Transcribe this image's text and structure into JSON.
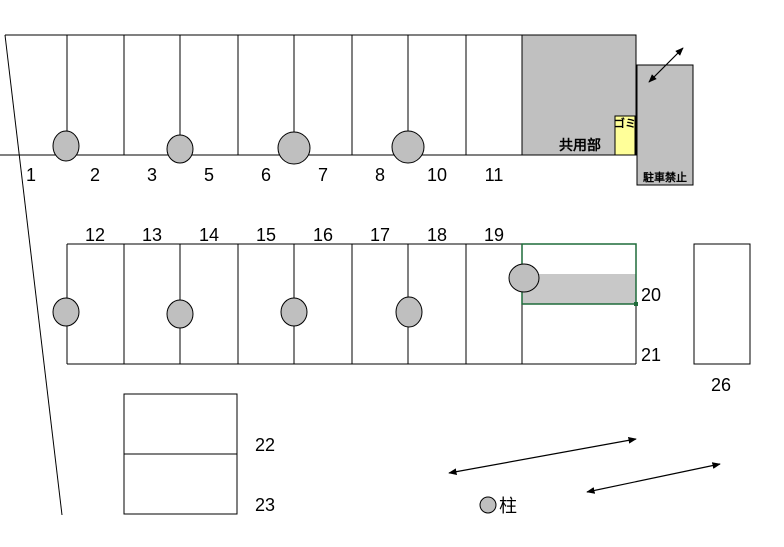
{
  "upper_row": {
    "slot_numbers": [
      "1",
      "2",
      "3",
      "5",
      "6",
      "7",
      "8",
      "10",
      "11"
    ]
  },
  "middle_row": {
    "slot_numbers": [
      "12",
      "13",
      "14",
      "15",
      "16",
      "17",
      "18",
      "19",
      "20",
      "21"
    ]
  },
  "lower_block": {
    "slot_numbers": [
      "22",
      "23"
    ]
  },
  "side_slot": {
    "number": "26"
  },
  "common_area": {
    "label": "共用部",
    "trash_label": "ゴミ"
  },
  "no_parking": {
    "label": "駐車禁止"
  },
  "legend": {
    "pillar_label": "柱"
  },
  "colors": {
    "building_fill": "#c0c0c0",
    "trash_fill": "#ffff99",
    "highlight_border": "#1f6b3a",
    "pillar_fill": "#bfbfbf"
  }
}
